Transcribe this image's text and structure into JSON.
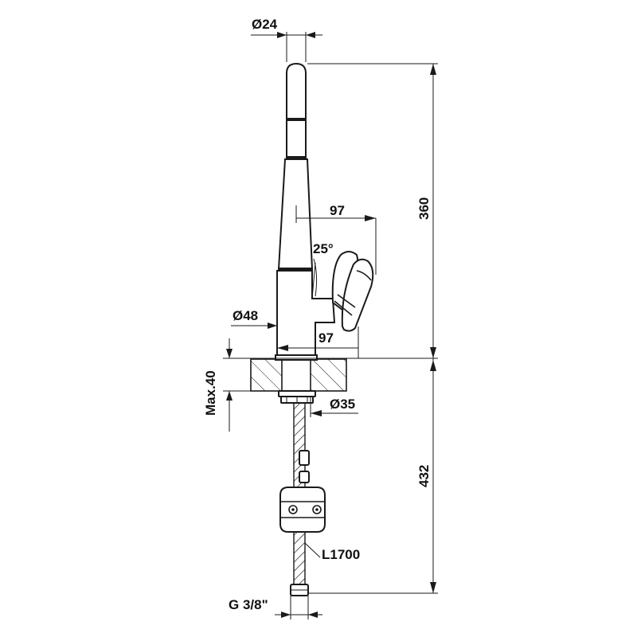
{
  "dimensions": {
    "spout_diameter": "Ø24",
    "total_height": "360",
    "spout_reach": "97",
    "handle_angle": "25°",
    "body_diameter": "Ø48",
    "base_reach": "97",
    "max_counter_thickness": "Max.40",
    "shank_diameter": "Ø35",
    "below_counter_length": "432",
    "hose_length": "L1700",
    "connection_thread": "G 3/8\""
  },
  "colors": {
    "line": "#1a1a1a",
    "hatch": "#1a1a1a",
    "background": "#ffffff"
  }
}
